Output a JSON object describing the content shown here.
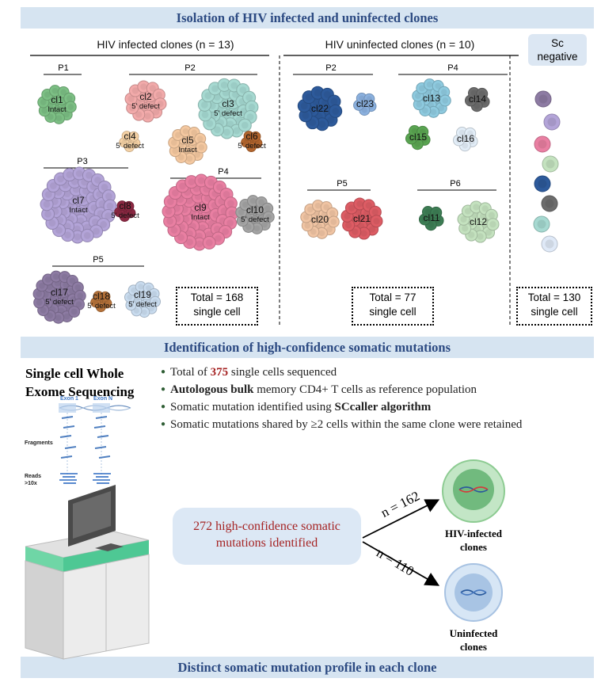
{
  "banners": {
    "isolation": "Isolation of HIV infected and uninfected clones",
    "identification": "Identification of high-confidence somatic mutations",
    "distinct": "Distinct somatic mutation profile in each clone"
  },
  "infected": {
    "header": "HIV infected clones (n = 13)",
    "total_line1": "Total = 168",
    "total_line2": "single cell",
    "groups": [
      "P1",
      "P2",
      "P3",
      "P4",
      "P5"
    ],
    "clones": [
      {
        "id": "cl1",
        "sub": "Intact",
        "color": "#7cbf84"
      },
      {
        "id": "cl2",
        "sub": "5' defect",
        "color": "#f2aaaa"
      },
      {
        "id": "cl3",
        "sub": "5' defect",
        "color": "#a6d9d1"
      },
      {
        "id": "cl4",
        "sub": "5' defect",
        "color": "#f7d3a6"
      },
      {
        "id": "cl5",
        "sub": "Intact",
        "color": "#f4c8a0"
      },
      {
        "id": "cl6",
        "sub": "5' defect",
        "color": "#b5662e"
      },
      {
        "id": "cl7",
        "sub": "Intact",
        "color": "#b3a4d8"
      },
      {
        "id": "cl8",
        "sub": "5' defect",
        "color": "#8c2843"
      },
      {
        "id": "cl9",
        "sub": "Intact",
        "color": "#e97fa2"
      },
      {
        "id": "cl10",
        "sub": "5' defect",
        "color": "#a4a4a4"
      },
      {
        "id": "cl17",
        "sub": "5' defect",
        "color": "#8d7ba3"
      },
      {
        "id": "cl18",
        "sub": "5' defect",
        "color": "#b7733a"
      },
      {
        "id": "cl19",
        "sub": "5' defect",
        "color": "#c9dcef"
      }
    ]
  },
  "uninfected": {
    "header": "HIV uninfected clones (n = 10)",
    "total_line1": "Total = 77",
    "total_line2": "single cell",
    "groups": [
      "P2",
      "P4",
      "P5",
      "P6"
    ],
    "clones": [
      {
        "id": "cl22",
        "color": "#2d5a9b"
      },
      {
        "id": "cl23",
        "color": "#8bb1df"
      },
      {
        "id": "cl13",
        "color": "#8ecadf"
      },
      {
        "id": "cl14",
        "color": "#6c6c6c"
      },
      {
        "id": "cl15",
        "color": "#5aa552"
      },
      {
        "id": "cl16",
        "color": "#e3eef8"
      },
      {
        "id": "cl20",
        "color": "#f0c4a3"
      },
      {
        "id": "cl21",
        "color": "#dd5c64"
      },
      {
        "id": "cl11",
        "color": "#3d7d54"
      },
      {
        "id": "cl12",
        "color": "#c4e2bf"
      }
    ]
  },
  "sc_negative": {
    "header_line1": "Sc",
    "header_line2": "negative",
    "total_line1": "Total = 130",
    "total_line2": "single cell",
    "cell_colors": [
      "#8d7ba3",
      "#b3a4d8",
      "#e97fa2",
      "#c4e2bf",
      "#2d5a9b",
      "#6c6c6c",
      "#a6d9d1",
      "#dfe9f7"
    ]
  },
  "wes": {
    "title_line1": "Single cell Whole",
    "title_line2": "Exome Sequencing",
    "exon1": "Exon 1",
    "exonN": "Exon N",
    "fragments": "Fragments",
    "reads": "Reads",
    "reads_depth": ">10x"
  },
  "bullets": [
    {
      "parts": [
        {
          "t": "Total of "
        },
        {
          "t": "375",
          "cls": "red-bold"
        },
        {
          "t": " single cells sequenced"
        }
      ]
    },
    {
      "parts": [
        {
          "t": "Autologous bulk",
          "cls": "bold"
        },
        {
          "t": " memory CD4+ T cells as reference population"
        }
      ]
    },
    {
      "parts": [
        {
          "t": "Somatic mutation identified using "
        },
        {
          "t": "SCcaller algorithm",
          "cls": "bold"
        }
      ]
    },
    {
      "parts": [
        {
          "t": "Somatic mutations shared by ≥2 cells within the same clone were retained"
        }
      ]
    }
  ],
  "result": {
    "line1": "272 high-confidence somatic",
    "line2": "mutations identified",
    "n_infected": "n = 162",
    "n_uninfected": "n = 110",
    "infected_label_line1": "HIV-infected",
    "infected_label_line2": "clones",
    "uninfected_label_line1": "Uninfected",
    "uninfected_label_line2": "clones"
  },
  "colors": {
    "banner_bg": "#d6e4f1",
    "banner_text": "#2c4a82",
    "accent_red": "#a52323"
  }
}
